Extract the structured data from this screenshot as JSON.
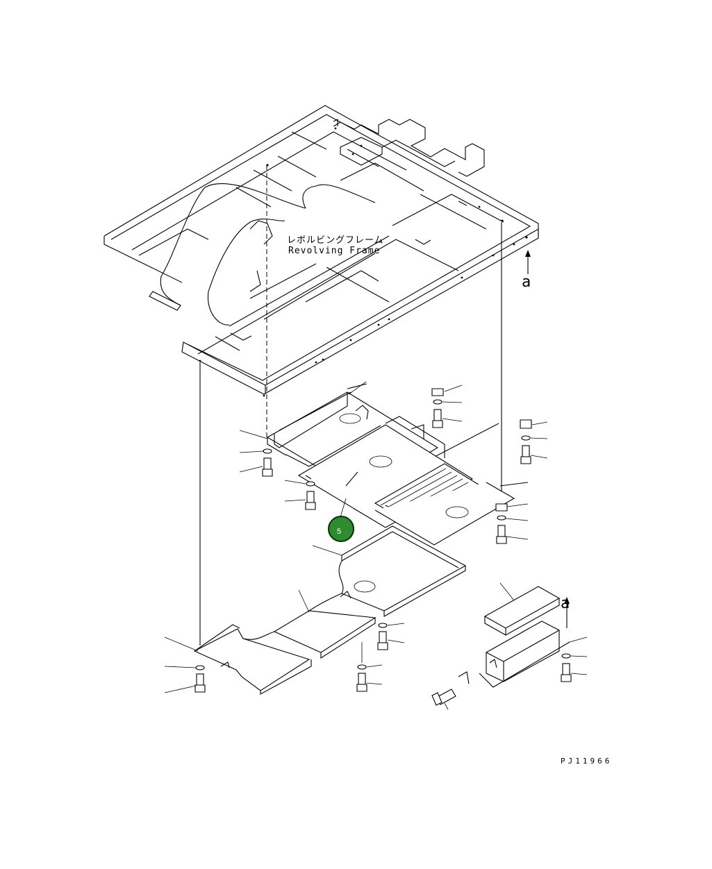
{
  "diagram": {
    "frame_label_jp": "レボルビングフレーム",
    "frame_label_en": "Revolving Frame",
    "view_arrow_label_1": "a",
    "view_arrow_label_2": "a",
    "callout_number": "5",
    "part_code": "PJ11966",
    "callout_color": "#2e8b2e"
  }
}
